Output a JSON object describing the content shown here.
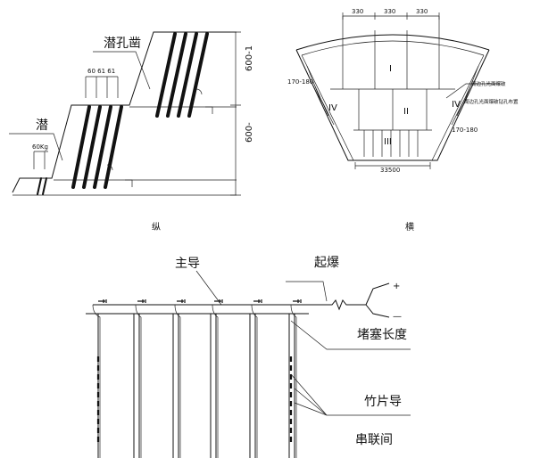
{
  "longitudinal": {
    "caption": "纵",
    "label_hole": "潜孔凿",
    "label_left": "潜",
    "label_spacing": "60Kg",
    "label_top_spacing": "60 61 61",
    "dim_upper": "600-1",
    "dim_lower": "600-"
  },
  "cross": {
    "caption": "横",
    "dim_segments": [
      "330",
      "330",
      "330"
    ],
    "dim_left": "170-180",
    "dim_right": "170-180",
    "dim_bottom": "33500",
    "zone_I": "I",
    "zone_II": "II",
    "zone_III": "III",
    "zone_IV_left": "IV",
    "zone_IV_right": "IV",
    "note_right_1": "周边孔光面爆破",
    "note_right_2": "周边孔光面爆破钻孔布置"
  },
  "wiring": {
    "label_main": "主导",
    "label_detonate": "起爆",
    "label_stemming": "堵塞长度",
    "label_bamboo": "竹片导",
    "label_series": "串联间",
    "plus": "+",
    "minus": "—"
  }
}
